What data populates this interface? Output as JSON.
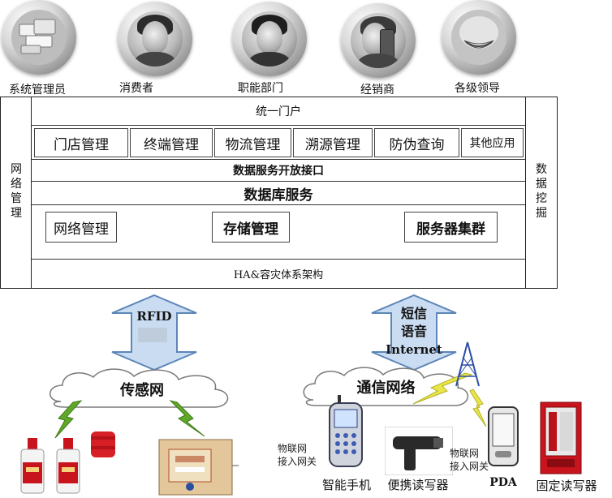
{
  "roles": [
    {
      "label": "系统管理员",
      "icon": "gear-icon"
    },
    {
      "label": "消费者",
      "icon": "consumer-avatar-icon"
    },
    {
      "label": "职能部门",
      "icon": "official-avatar-icon"
    },
    {
      "label": "经销商",
      "icon": "phone-user-icon"
    },
    {
      "label": "各级领导",
      "icon": "leader-avatar-icon"
    }
  ],
  "architecture": {
    "left_side_label": "网络管理",
    "right_side_label": "数据挖掘",
    "portal": "统一门户",
    "apps": [
      "门店管理",
      "终端管理",
      "物流管理",
      "溯源管理",
      "防伪查询",
      "其他应用"
    ],
    "data_service_api": "数据服务开放接口",
    "db_service": "数据库服务",
    "db_modules": [
      "网络管理",
      "存储管理",
      "服务器集群"
    ],
    "ha": "HA&容灾体系架构"
  },
  "left_arrow": {
    "text": "RFID"
  },
  "right_arrow": {
    "lines": [
      "短信",
      "语音",
      "Internet"
    ]
  },
  "clouds": {
    "left": "传感网",
    "right": "通信网络"
  },
  "gateway_label": [
    "物联网",
    "接入网关"
  ],
  "gateway_label_2": [
    "物联网",
    "接入网关"
  ],
  "devices": [
    "智能手机",
    "便携读写器",
    "PDA",
    "固定读写器"
  ],
  "colors": {
    "arrow_fill": "#c9dcf2",
    "arrow_stroke": "#5c86b8",
    "lightning": "#5fa82a",
    "cabinet_red": "#c8141c"
  }
}
